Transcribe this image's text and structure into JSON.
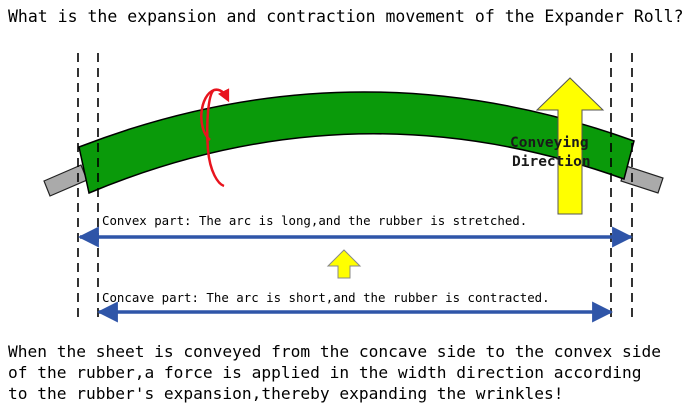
{
  "title": "What is the expansion and contraction movement of the Expander Roll?",
  "conveying_label": {
    "line1": "Conveying",
    "line2": "Direction"
  },
  "convex_label": "Convex part: The arc is long,and the rubber is stretched.",
  "concave_label": "Concave part: The arc is short,and the rubber is contracted.",
  "description": [
    "When the sheet is conveyed from the concave side to the convex side",
    "of the rubber,a force is applied in the width direction according",
    "to the rubber's expansion,thereby expanding the wrinkles!"
  ],
  "colors": {
    "roll_fill": "#0a9a0a",
    "shaft_fill": "#aaaaaa",
    "rotation_arrow": "#e8141e",
    "conveying_arrow": "#ffff00",
    "dimension_line": "#2f55a8",
    "small_arrow": "#ffff00"
  },
  "icons": {
    "rotation": "rotation-arrow-icon",
    "conveying": "conveying-direction-arrow-icon",
    "expansion": "expansion-arrow-icon"
  }
}
